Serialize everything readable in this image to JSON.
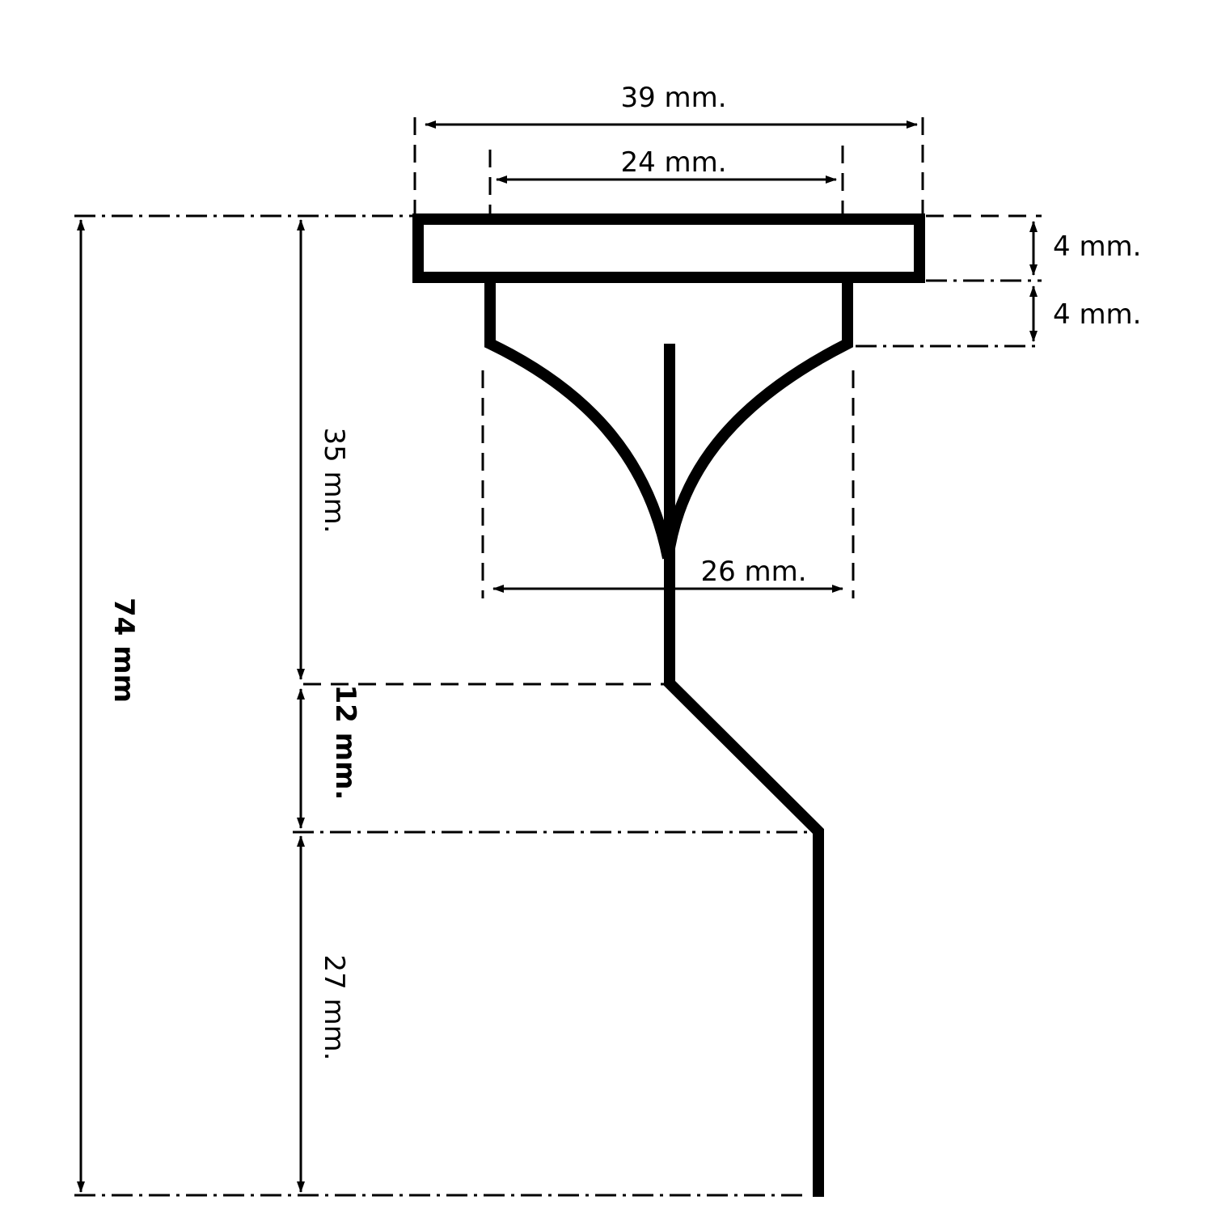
{
  "diagram": {
    "colors": {
      "ink": "#000000",
      "background": "#ffffff"
    },
    "dimensions": {
      "overall_width": "39 mm.",
      "inner_width": "24 mm.",
      "flange_thickness": "4 mm.",
      "neck_height": "4 mm.",
      "bulb_width": "26 mm.",
      "upper_height": "35 mm.",
      "taper_height": "12 mm.",
      "lower_height": "27 mm.",
      "total_height": "74 mm"
    }
  }
}
